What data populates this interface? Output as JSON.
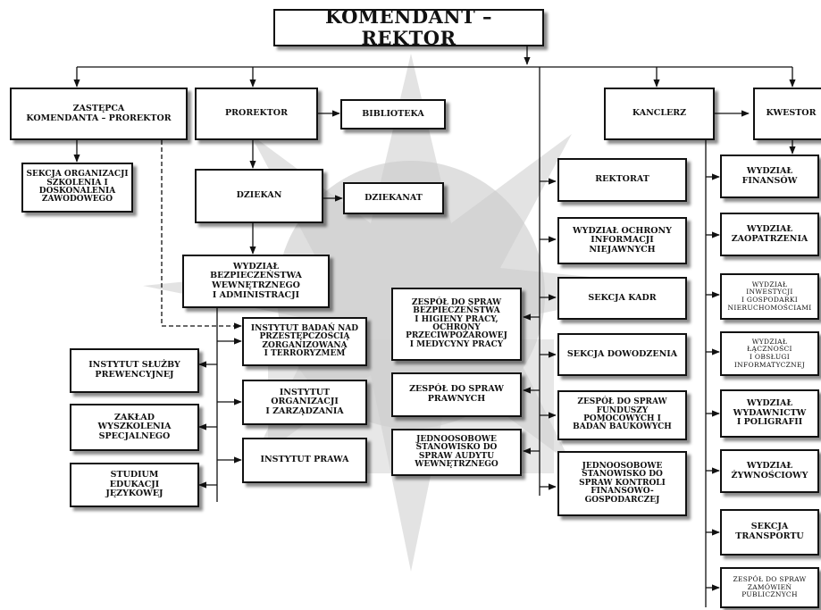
{
  "nodes": {
    "root": "KOMENDANT – REKTOR",
    "zastepca": "ZASTĘPCA\nKOMENDANTA – PROREKTOR",
    "sekcja_org": "SEKCJA ORGANIZACJI\nSZKOLENIA I\nDOSKONALENIA\nZAWODOWEGO",
    "prorektor": "PROREKTOR",
    "biblioteka": "BIBLIOTEKA",
    "dziekan": "DZIEKAN",
    "dziekanat": "DZIEKANAT",
    "wydzial_bezp": "WYDZIAŁ\nBEZPIECZEŃSTWA\nWEWNĘTRZNEGO\nI ADMINISTRACJI",
    "inst_badan": "INSTYTUT BADAŃ NAD\nPRZESTĘPCZOŚCIĄ\nZORGANIZOWANĄ\nI TERRORYZMEM",
    "inst_org": "INSTYTUT\nORGANIZACJI\nI ZARZĄDZANIA",
    "inst_prawa": "INSTYTUT PRAWA",
    "inst_sluzby": "INSTYTUT SŁUŻBY\nPREWENCYJNEJ",
    "zaklad": "ZAKŁAD\nWYSZKOLENIA\nSPECJALNEGO",
    "studium": "STUDIUM\nEDUKACJI\nJĘZYKOWEJ",
    "zespol_bhp": "ZESPÓŁ DO SPRAW\nBEZPIECZEŃSTWA\nI HIGIENY PRACY,\nOCHRONY\nPRZECIWPOŻAROWEJ\nI MEDYCYNY PRACY",
    "zespol_prawne": "ZESPÓŁ DO SPRAW\nPRAWNYCH",
    "jedno_audyt": "JEDNOOSOBOWE\nSTANOWISKO DO\nSPRAW AUDYTU\nWEWNĘTRZNEGO",
    "kanclerz": "KANCLERZ",
    "rektorat": "REKTORAT",
    "wydz_ochrony": "WYDZIAŁ OCHRONY\nINFORMACJI\nNIEJAWNYCH",
    "sekcja_kadr": "SEKCJA KADR",
    "sekcja_dowodzenia": "SEKCJA DOWODZENIA",
    "zespol_funduszy": "ZESPÓŁ DO SPRAW\nFUNDUSZY\nPOMOCOWYCH I\nBADAŃ BAUKOWYCH",
    "jedno_kontroli": "JEDNOOSOBOWE\nSTANOWISKO DO\nSPRAW KONTROLI\nFINANSOWO-\nGOSPODARCZEJ",
    "kwestor": "KWESTOR",
    "wydz_finansow": "WYDZIAŁ\nFINANSÓW",
    "wydz_zaopatrzenia": "WYDZIAŁ\nZAOPATRZENIA",
    "wydz_inwestycji": "WYDZIAŁ\nINWESTYCJI\nI GOSPODARKI\nNIERUCHOMOŚCIAMI",
    "wydz_lacznosci": "WYDZIAŁ\nŁĄCZNOŚCI\nI OBSŁUGI\nINFORMATYCZNEJ",
    "wydz_wydawnictw": "WYDZIAŁ\nWYDAWNICTW\nI POLIGRAFII",
    "wydz_zywnosciowy": "WYDZIAŁ\nŻYWNOŚCIOWY",
    "sekcja_transportu": "SEKCJA\nTRANSPORTU",
    "zespol_zamowien": "ZESPÓŁ DO SPRAW\nZAMÓWIEŃ\nPUBLICZNYCH"
  }
}
